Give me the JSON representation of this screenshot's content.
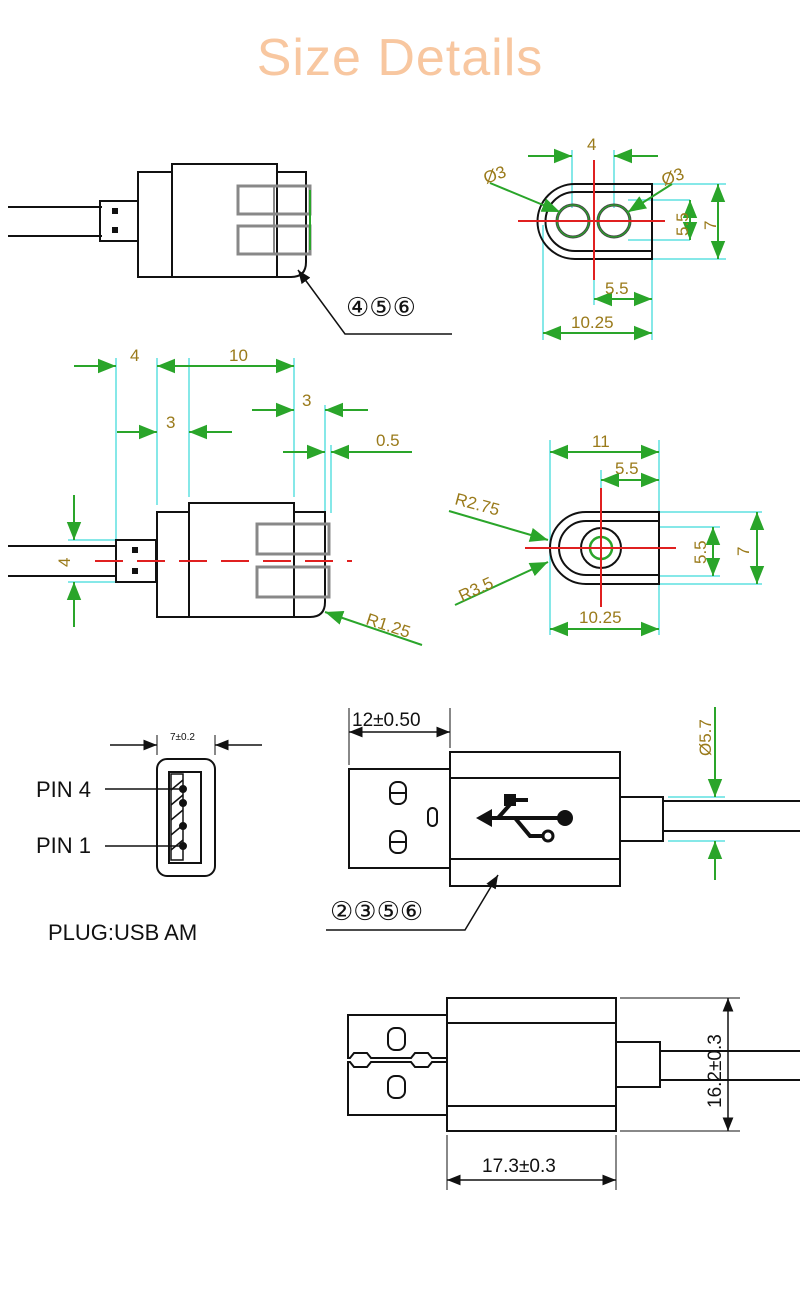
{
  "title": "Size Details",
  "view1": {
    "callout": "④⑤⑥"
  },
  "view2": {
    "dia_left": "Ø3",
    "dia_right": "Ø3",
    "top": "4",
    "h_inner": "5.5",
    "h_outer": "7",
    "w_half": "5.5",
    "w_total": "10.25"
  },
  "view3": {
    "d4": "4",
    "d10": "10",
    "d3a": "3",
    "d3b": "3",
    "d05": "0.5",
    "cable": "4",
    "radius": "R1.25"
  },
  "view4": {
    "w11": "11",
    "w55": "5.5",
    "r_top": "R2.75",
    "r_bot": "R3.5",
    "h_inner": "5.5",
    "h_outer": "7",
    "w_total": "10.25"
  },
  "pin_view": {
    "width": "7±0.2",
    "pin4": "PIN 4",
    "pin1": "PIN 1",
    "plug": "PLUG:USB AM"
  },
  "usb_side": {
    "length": "12±0.50",
    "cable_dia": "Ø5.7",
    "callout": "②③⑤⑥"
  },
  "usb_top": {
    "height": "16.2±0.3",
    "length": "17.3±0.3"
  },
  "colors": {
    "outline": "#111111",
    "dimension": "#2aa52a",
    "extension": "#5ee0e0",
    "center": "#e02020",
    "hidden": "#888888",
    "text": "#9a7a1a"
  }
}
